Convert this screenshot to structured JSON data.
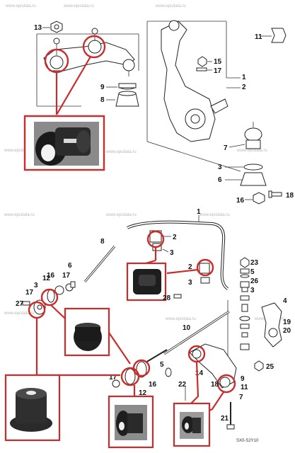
{
  "watermarks": [
    "www.epcdata.ru",
    "www.epcdata.ru",
    "www.epcdata.ru",
    "www.epcdata.ru",
    "www.epcdata.ru",
    "www.epcdata.ru",
    "www.epcdata.ru",
    "www.epcdata.ru",
    "www.epcdata.ru",
    "www.epcdata.ru",
    "www.epcdata.ru",
    "www.epcdata.ru"
  ],
  "top_labels": {
    "n13": "13",
    "n11": "11",
    "n15": "15",
    "n17": "17",
    "n1": "1",
    "n2": "2",
    "n9": "9",
    "n8": "8",
    "n7": "7",
    "n3": "3",
    "n6": "6",
    "n16": "16",
    "n18": "18"
  },
  "bottom_labels": {
    "n1": "1",
    "n8": "8",
    "n2a": "2",
    "n3a": "3",
    "n2b": "2",
    "n3b": "3",
    "n23": "23",
    "n5a": "5",
    "n26": "26",
    "n3c": "3",
    "n12a": "12",
    "n16a": "16",
    "n17a": "17",
    "n6": "6",
    "n17b": "17",
    "n3d": "3",
    "n27": "27",
    "n4": "4",
    "n10": "10",
    "n19": "19",
    "n20": "20",
    "n14": "14",
    "n16b": "16",
    "n12b": "12",
    "n22": "22",
    "n5b": "5",
    "n25": "25",
    "n18": "18",
    "n9": "9",
    "n11": "11",
    "n7": "7",
    "n21": "21"
  },
  "diagram_code": "SX0-S2Y10",
  "icons": [
    "bushing-photo",
    "ball-joint",
    "stabilizer-bar",
    "knuckle",
    "control-arm"
  ],
  "colors": {
    "highlight": "#cc2b2b",
    "line": "#222222"
  }
}
